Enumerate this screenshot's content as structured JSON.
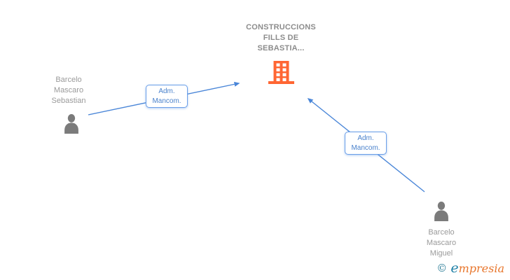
{
  "company": {
    "name_line1": "CONSTRUCCIONS",
    "name_line2": "FILLS DE",
    "name_line3": "SEBASTIA..."
  },
  "person_left": {
    "name_line1": "Barcelo",
    "name_line2": "Mascaro",
    "name_line3": "Sebastian"
  },
  "person_right": {
    "name_line1": "Barcelo",
    "name_line2": "Mascaro",
    "name_line3": "Miguel"
  },
  "edge_left": {
    "label_line1": "Adm.",
    "label_line2": "Mancom."
  },
  "edge_right": {
    "label_line1": "Adm.",
    "label_line2": "Mancom."
  },
  "watermark": {
    "copyright": "©",
    "brand_initial": "e",
    "brand_rest": "mpresia"
  },
  "colors": {
    "arrow_blue": "#4a86d8",
    "edge_border_blue": "#6b9fe8",
    "edge_text_blue": "#4a82cc",
    "building_orange": "#ff6633",
    "person_gray": "#7b7b7b",
    "title_gray": "#8c8c8c",
    "name_gray": "#9a9a9a",
    "watermark_teal": "#1d7fa6",
    "watermark_orange": "#e8762c"
  }
}
